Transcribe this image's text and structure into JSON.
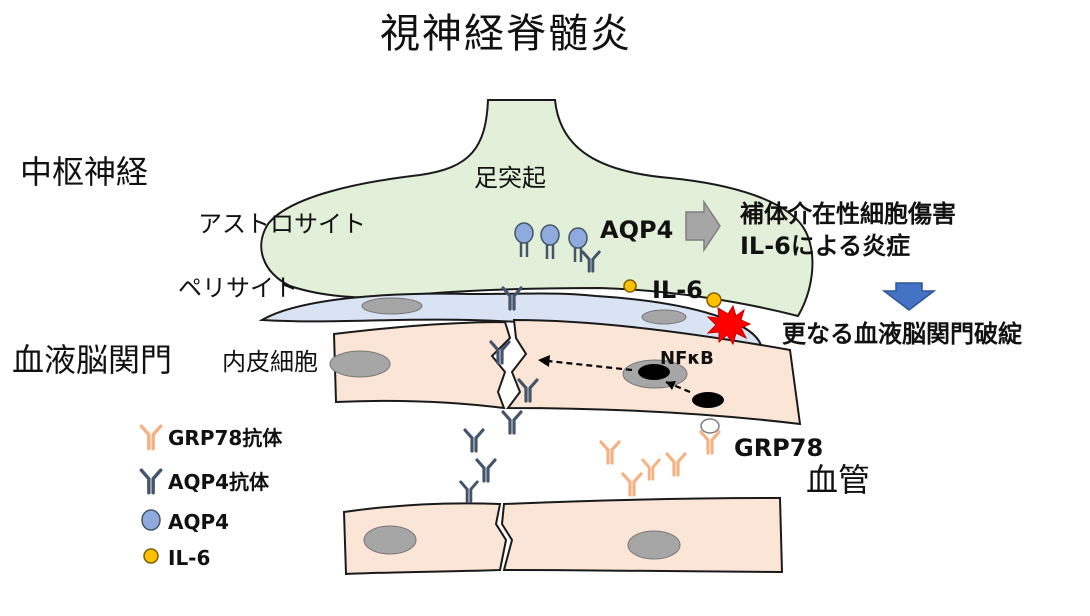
{
  "title": "視神経脊髄炎",
  "regions": {
    "cns": "中枢神経",
    "bbb": "血液脳関門",
    "vessel": "血管"
  },
  "cells": {
    "astrocyte": "アストロサイト",
    "end_foot": "足突起",
    "pericyte": "ペリサイト",
    "endothelial": "内皮細胞"
  },
  "molecules": {
    "aqp4": "AQP4",
    "il6": "IL-6",
    "nfkb": "NFκB",
    "grp78": "GRP78"
  },
  "effects": {
    "line1": "補体介在性細胞傷害",
    "line2": "IL-6による炎症",
    "result": "更なる血液脳関門破綻"
  },
  "legend": [
    {
      "icon": "grp78-antibody-icon",
      "label": "GRP78抗体"
    },
    {
      "icon": "aqp4-antibody-icon",
      "label": "AQP4抗体"
    },
    {
      "icon": "aqp4-icon",
      "label": "AQP4"
    },
    {
      "icon": "il6-icon",
      "label": "IL-6"
    }
  ],
  "colors": {
    "astrocyte_fill": "#e2efd9",
    "pericyte_fill": "#dae3f3",
    "endothelial_fill": "#fbe5d6",
    "nucleus": "#a6a6a6",
    "aqp4_fill": "#8faadc",
    "aqp4_antibody": "#44546a",
    "grp78_antibody": "#f4b183",
    "il6_fill": "#ffc000",
    "nfkb_burst": "#ff0000",
    "arrow_gray": "#a6a6a6",
    "arrow_blue": "#4472c4"
  }
}
